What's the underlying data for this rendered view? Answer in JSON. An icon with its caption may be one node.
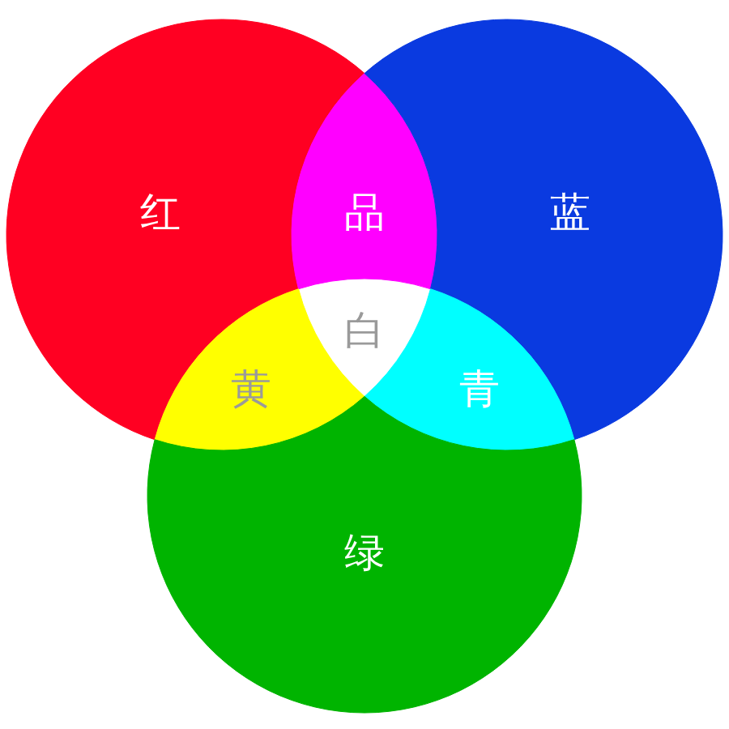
{
  "diagram": {
    "nodes": [
      {
        "text": [
          "红"
        ]
      },
      {
        "text": [
          "品"
        ]
      },
      {
        "text": [
          "蓝"
        ]
      },
      {
        "text": [
          "白"
        ]
      },
      {
        "text": [
          "黄"
        ]
      },
      {
        "text": [
          "青"
        ]
      },
      {
        "text": [
          "绿"
        ]
      }
    ]
  }
}
